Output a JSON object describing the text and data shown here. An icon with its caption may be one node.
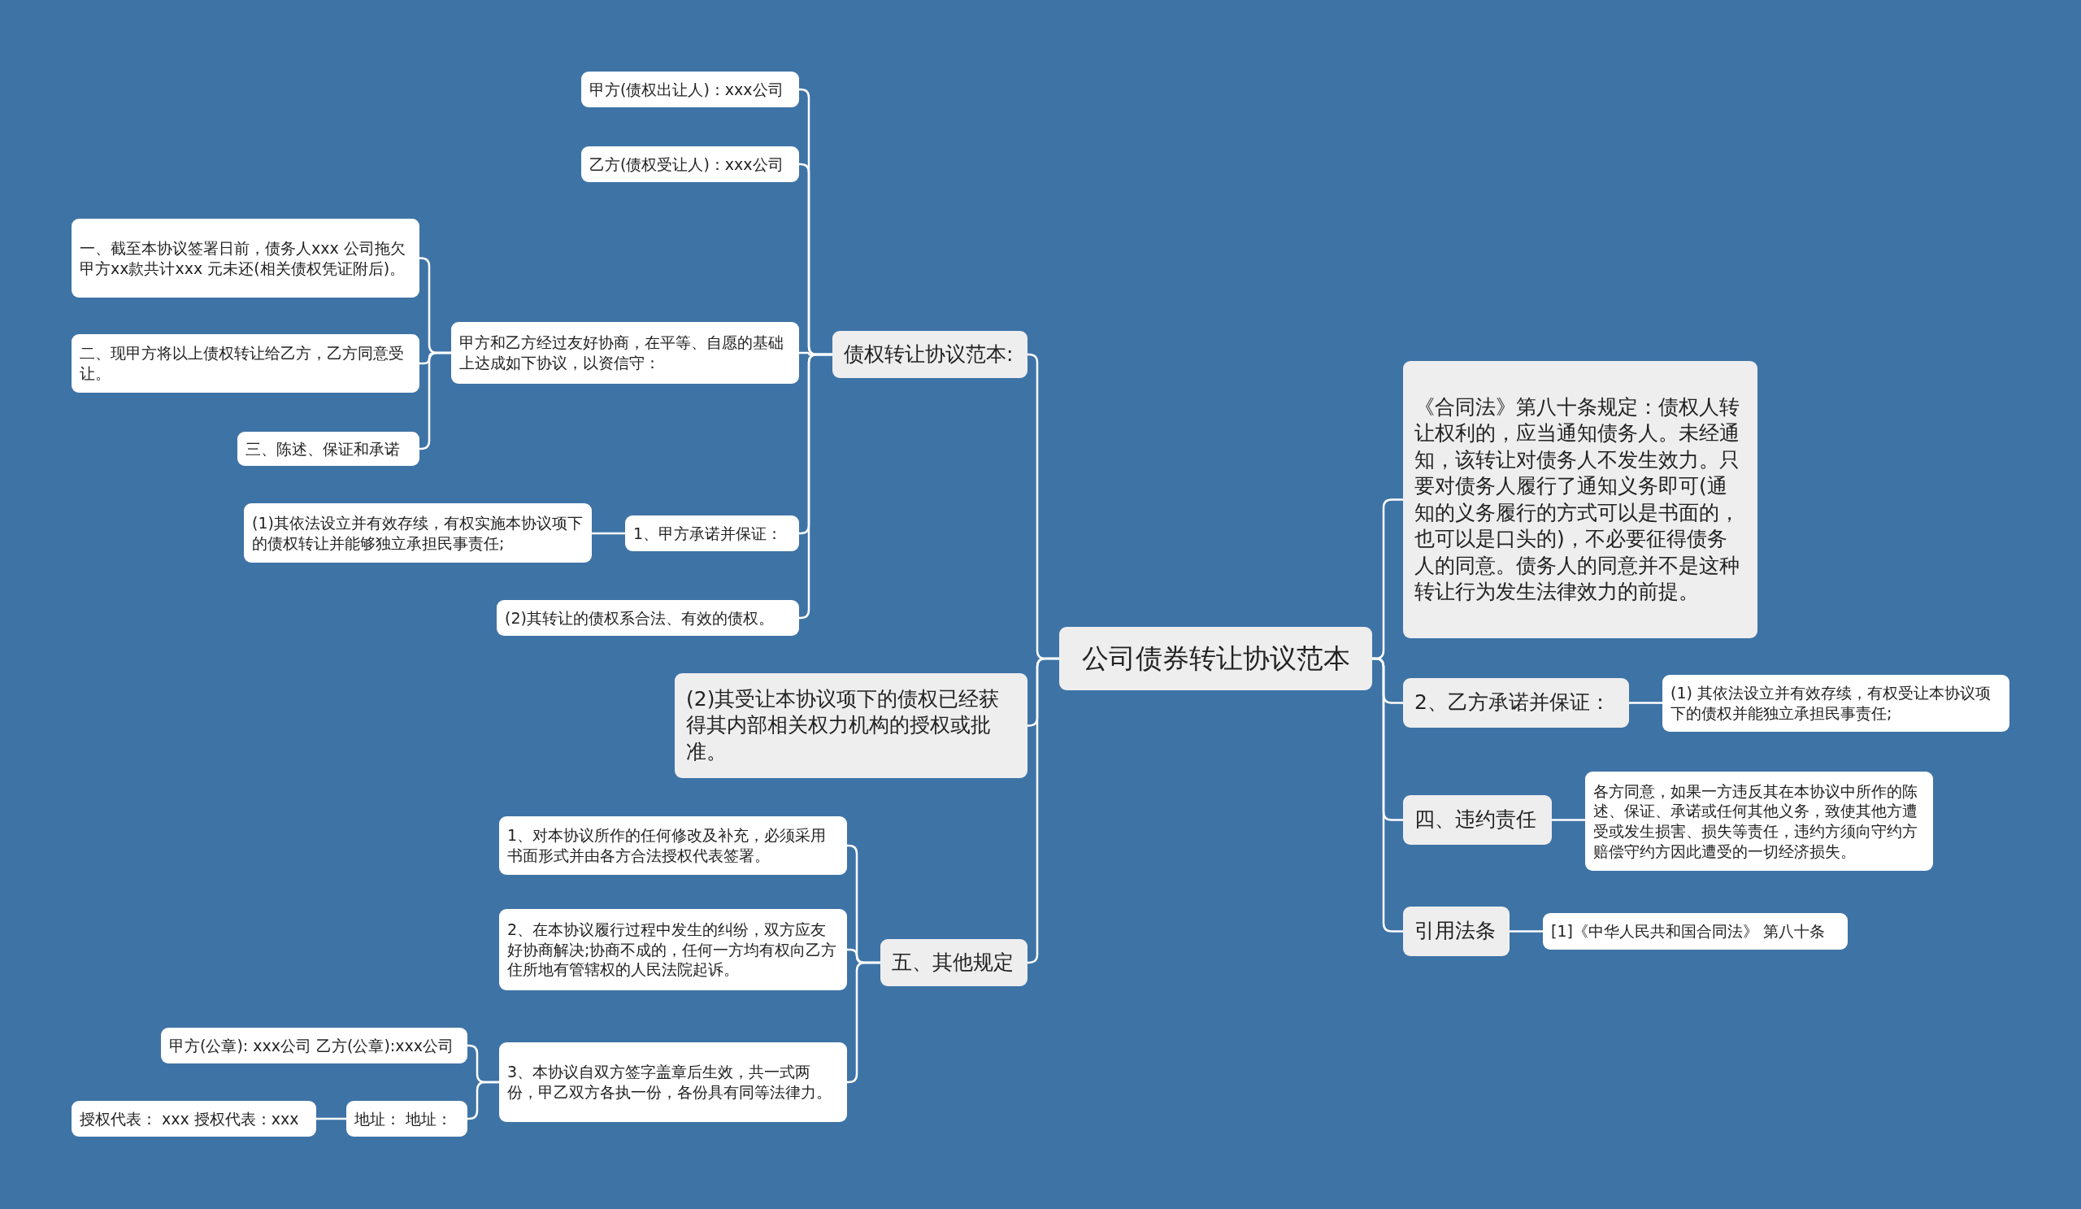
{
  "diagram": {
    "nodes": [
      {
        "text": [
          "公司债券转让协议范本"
        ]
      },
      {
        "text": [
          "债权转让协议范本:"
        ]
      },
      {
        "text": [
          "甲方(债权出让人)：xxx公司"
        ]
      },
      {
        "text": [
          "乙方(债权受让人)：xxx公司"
        ]
      },
      {
        "text": [
          "甲方和乙方经过友好协商，在平等、自愿的基础上达成如下协议，以资信守："
        ]
      },
      {
        "text": [
          "一、截至本协议签署日前，债务人xxx 公司拖欠甲方xx款共计xxx 元未还(相关债权凭证附后)。"
        ]
      },
      {
        "text": [
          "二、现甲方将以上债权转让给乙方，乙方同意受让。"
        ]
      },
      {
        "text": [
          "三、陈述、保证和承诺"
        ]
      },
      {
        "text": [
          "1、甲方承诺并保证："
        ]
      },
      {
        "text": [
          "(1)其依法设立并有效存续，有权实施本协议项下的债权转让并能够独立承担民事责任;"
        ]
      },
      {
        "text": [
          "(2)其转让的债权系合法、有效的债权。"
        ]
      },
      {
        "text": [
          "(2)其受让本协议项下的债权已经获得其内部相关权力机构的授权或批准。"
        ]
      },
      {
        "text": [
          "五、其他规定"
        ]
      },
      {
        "text": [
          "1、对本协议所作的任何修改及补充，必须采用书面形式并由各方合法授权代表签署。"
        ]
      },
      {
        "text": [
          "2、在本协议履行过程中发生的纠纷，双方应友好协商解决;协商不成的，任何一方均有权向乙方住所地有管辖权的人民法院起诉。"
        ]
      },
      {
        "text": [
          "3、本协议自双方签字盖章后生效，共一式两份，甲乙双方各执一份，各份具有同等法律力。"
        ]
      },
      {
        "text": [
          "甲方(公章): xxx公司 乙方(公章):xxx公司"
        ]
      },
      {
        "text": [
          "地址： 地址："
        ]
      },
      {
        "text": [
          "授权代表： xxx 授权代表：xxx"
        ]
      },
      {
        "text": [
          "《合同法》第八十条规定：债权人转让权利的，应当通知债务人。未经通知，该转让对债务人不发生效力。只要对债务人履行了通知义务即可(通知的义务履行的方式可以是书面的，也可以是口头的)，不必要征得债务人的同意。债务人的同意并不是这种转让行为发生法律效力的前提。"
        ]
      },
      {
        "text": [
          "2、乙方承诺并保证："
        ]
      },
      {
        "text": [
          "(1) 其依法设立并有效存续，有权受让本协议项下的债权并能独立承担民事责任;"
        ]
      },
      {
        "text": [
          "四、违约责任"
        ]
      },
      {
        "text": [
          "各方同意，如果一方违反其在本协议中所作的陈述、保证、承诺或任何其他义务，致使其他方遭受或发生损害、损失等责任，违约方须向守约方赔偿守约方因此遭受的一切经济损失。"
        ]
      },
      {
        "text": [
          "引用法条"
        ]
      },
      {
        "text": [
          "[1]《中华人民共和国合同法》 第八十条"
        ]
      }
    ],
    "edges": [
      {
        "from": 0,
        "to": 1,
        "arrow": "none"
      },
      {
        "from": 1,
        "to": 2,
        "arrow": "none"
      },
      {
        "from": 1,
        "to": 3,
        "arrow": "none"
      },
      {
        "from": 1,
        "to": 4,
        "arrow": "none"
      },
      {
        "from": 4,
        "to": 5,
        "arrow": "none"
      },
      {
        "from": 4,
        "to": 6,
        "arrow": "none"
      },
      {
        "from": 4,
        "to": 7,
        "arrow": "none"
      },
      {
        "from": 1,
        "to": 8,
        "arrow": "none"
      },
      {
        "from": 8,
        "to": 9,
        "arrow": "none"
      },
      {
        "from": 1,
        "to": 10,
        "arrow": "none"
      },
      {
        "from": 0,
        "to": 11,
        "arrow": "none"
      },
      {
        "from": 0,
        "to": 12,
        "arrow": "none"
      },
      {
        "from": 12,
        "to": 13,
        "arrow": "none"
      },
      {
        "from": 12,
        "to": 14,
        "arrow": "none"
      },
      {
        "from": 12,
        "to": 15,
        "arrow": "none"
      },
      {
        "from": 15,
        "to": 16,
        "arrow": "none"
      },
      {
        "from": 15,
        "to": 17,
        "arrow": "none"
      },
      {
        "from": 17,
        "to": 18,
        "arrow": "none"
      },
      {
        "from": 0,
        "to": 19,
        "arrow": "none"
      },
      {
        "from": 0,
        "to": 20,
        "arrow": "none"
      },
      {
        "from": 20,
        "to": 21,
        "arrow": "none"
      },
      {
        "from": 0,
        "to": 22,
        "arrow": "none"
      },
      {
        "from": 22,
        "to": 23,
        "arrow": "none"
      },
      {
        "from": 0,
        "to": 24,
        "arrow": "none"
      },
      {
        "from": 24,
        "to": 25,
        "arrow": "none"
      }
    ]
  }
}
